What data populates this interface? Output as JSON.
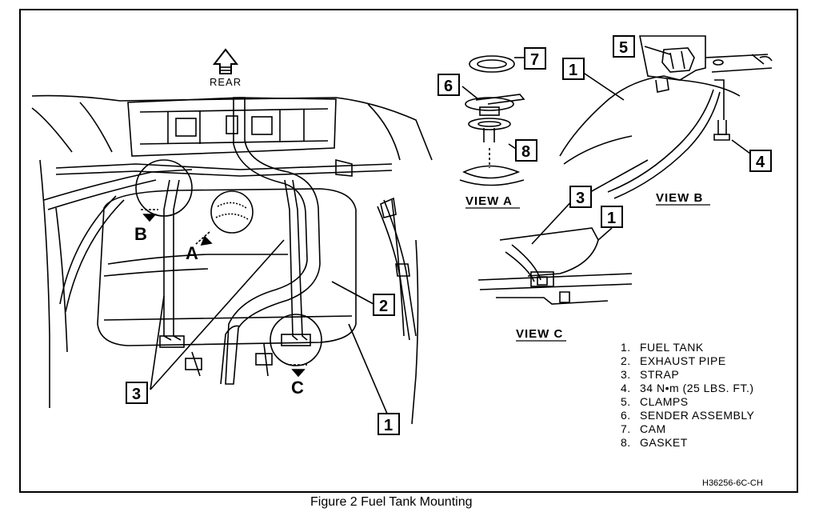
{
  "rear_label": "REAR",
  "view_labels": {
    "view_a": "VIEW A",
    "view_b": "VIEW B",
    "view_c": "VIEW C"
  },
  "detail_letters": {
    "a": "A",
    "b": "B",
    "c": "C"
  },
  "callouts": {
    "main_3": "3",
    "main_2": "2",
    "main_1": "1",
    "view_a_7": "7",
    "view_a_6": "6",
    "view_a_8": "8",
    "view_b_5": "5",
    "view_b_1": "1",
    "view_b_4": "4",
    "view_b_3": "3",
    "view_c_1": "1"
  },
  "legend": [
    {
      "num": "1.",
      "text": "FUEL TANK"
    },
    {
      "num": "2.",
      "text": "EXHAUST PIPE"
    },
    {
      "num": "3.",
      "text": "STRAP"
    },
    {
      "num": "4.",
      "text": "34 N•m (25 LBS. FT.)"
    },
    {
      "num": "5.",
      "text": "CLAMPS"
    },
    {
      "num": "6.",
      "text": "SENDER ASSEMBLY"
    },
    {
      "num": "7.",
      "text": "CAM"
    },
    {
      "num": "8.",
      "text": "GASKET"
    }
  ],
  "drawing_code": "H36256-6C-CH",
  "caption": "Figure 2 Fuel Tank Mounting"
}
